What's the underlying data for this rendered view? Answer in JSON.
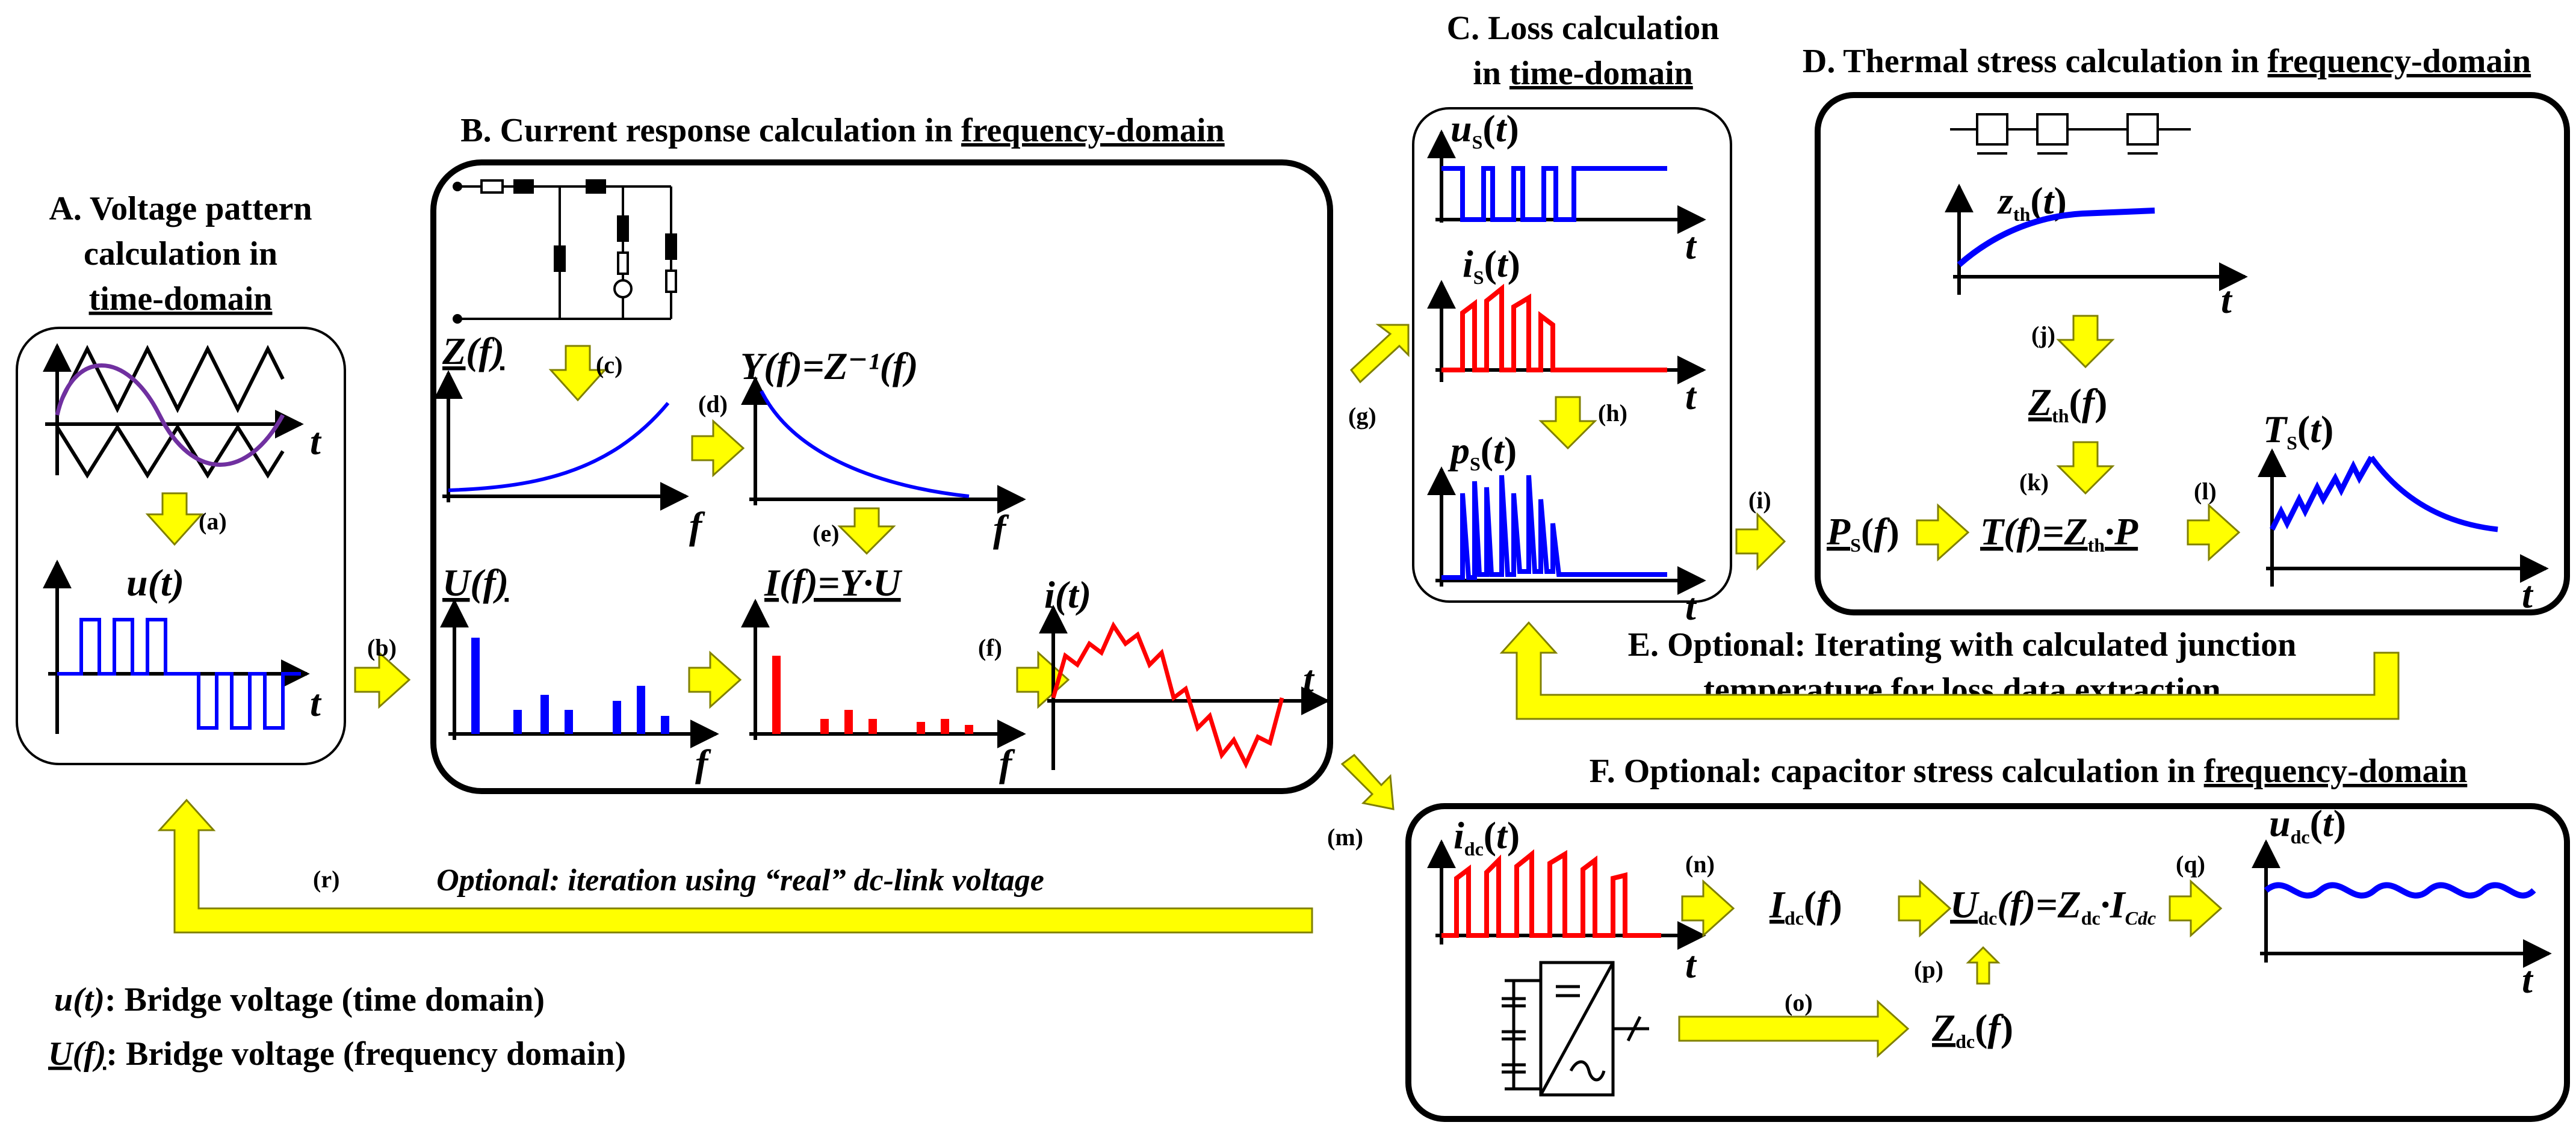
{
  "colors": {
    "voltage": "#0000ff",
    "current": "#ff0000",
    "arrow_fill": "#ffff00",
    "arrow_stroke": "#808000",
    "carrier": "#7030a0",
    "box": "#000000"
  },
  "sections": {
    "A": {
      "line1": "A. Voltage pattern",
      "line2": "calculation in",
      "line3": "time-domain"
    },
    "B": {
      "title": "B. Current response calculation in ",
      "title_u": "frequency-domain"
    },
    "C": {
      "line1": "C. Loss calculation",
      "line2": "in ",
      "line2_u": "time-domain"
    },
    "D": {
      "title": "D. Thermal stress calculation in ",
      "title_u": "frequency-domain"
    },
    "E": {
      "line1": "E. Optional: Iterating with calculated junction",
      "line2": "temperature for loss data extraction"
    },
    "F": {
      "title": "F. Optional: capacitor stress calculation in ",
      "title_u": "frequency-domain"
    }
  },
  "steps": {
    "a": "(a)",
    "b": "(b)",
    "c": "(c)",
    "d": "(d)",
    "e": "(e)",
    "f": "(f)",
    "g": "(g)",
    "h": "(h)",
    "i": "(i)",
    "j": "(j)",
    "k": "(k)",
    "l": "(l)",
    "m": "(m)",
    "n": "(n)",
    "o": "(o)",
    "p": "(p)",
    "q": "(q)",
    "r": "(r)"
  },
  "axis": {
    "t": "t",
    "f": "f"
  },
  "labels": {
    "u_t": "u(t)",
    "Z_f": "Z(f)",
    "Y_eq": "Y(f)=Z⁻¹(f)",
    "U_f": "U(f)",
    "I_eq": "I(f)=Y·U",
    "i_t": "i(t)",
    "uS": "u",
    "uS_sub": "S",
    "iS": "i",
    "iS_sub": "S",
    "pS": "p",
    "pS_sub": "S",
    "zth": "z",
    "zth_sub": "th",
    "Zth": "Z",
    "Zth_sub": "th",
    "PS": "P",
    "PS_sub": "S",
    "T_eq_a": "T(f)=Z",
    "T_eq_sub": "th",
    "T_eq_b": "·P",
    "TS": "T",
    "TS_sub": "S",
    "idc": "i",
    "idc_sub": "dc",
    "Idc": "I",
    "Idc_sub": "dc",
    "Udc_a": "U",
    "Udc_sub": "dc",
    "Udc_b": "(f)=Z",
    "Udc_sub2": "dc",
    "Udc_c": "·I",
    "Udc_sub3": "Cdc",
    "udc": "u",
    "udc_sub": "dc",
    "Zdc": "Z",
    "Zdc_sub": "dc"
  },
  "iteration_note": "Optional: iteration using “real” dc-link voltage",
  "legend": {
    "line1_sym": "u(t)",
    "line1_text": ": Bridge voltage (time domain)",
    "line2_sym": "U(f)",
    "line2_text": ": Bridge voltage (frequency domain)"
  }
}
